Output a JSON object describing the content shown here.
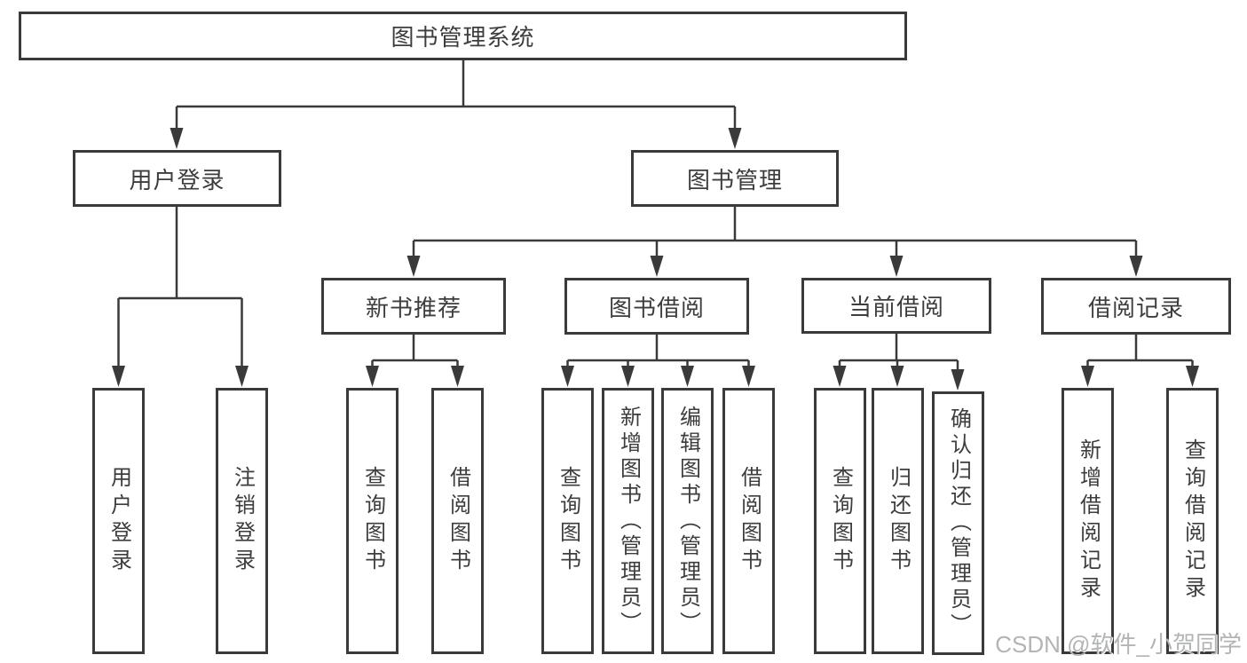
{
  "tree": {
    "root": {
      "label": "图书管理系统",
      "children": [
        {
          "label": "用户登录",
          "children": [
            {
              "label": "用户登录"
            },
            {
              "label": "注销登录"
            }
          ]
        },
        {
          "label": "图书管理",
          "children": [
            {
              "label": "新书推荐",
              "children": [
                {
                  "label": "查询图书"
                },
                {
                  "label": "借阅图书"
                }
              ]
            },
            {
              "label": "图书借阅",
              "children": [
                {
                  "label": "查询图书"
                },
                {
                  "label": "新增图书（管理员）"
                },
                {
                  "label": "编辑图书（管理员）"
                },
                {
                  "label": "借阅图书"
                }
              ]
            },
            {
              "label": "当前借阅",
              "children": [
                {
                  "label": "查询图书"
                },
                {
                  "label": "归还图书"
                },
                {
                  "label": "确认归还（管理员）"
                }
              ]
            },
            {
              "label": "借阅记录",
              "children": [
                {
                  "label": "新增借阅记录"
                },
                {
                  "label": "查询借阅记录"
                }
              ]
            }
          ]
        }
      ]
    }
  },
  "watermark": {
    "text": "CSDN @软件_小贺同学"
  },
  "colors": {
    "background": "#ffffff",
    "line": "#3a3a3a",
    "box_border": "#3a3a3a",
    "box_fill": "#ffffff",
    "text": "#3d3d3d",
    "watermark": "#b2b4b6"
  }
}
